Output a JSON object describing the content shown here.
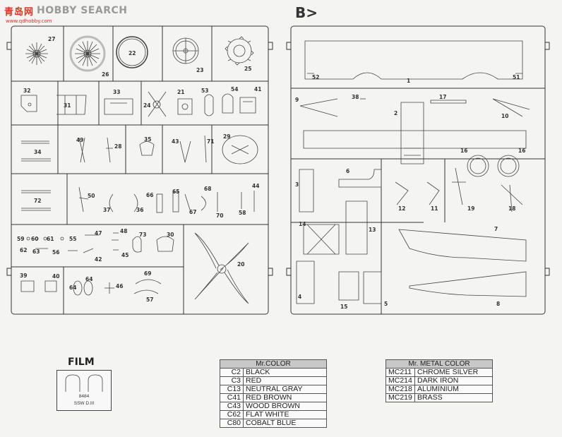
{
  "watermark": {
    "cn": "青岛网",
    "en": "HOBBY SEARCH",
    "url": "www.qdhobby.com"
  },
  "sprue_b_label": "B>",
  "sprue_a_parts": [
    "27",
    "22",
    "26",
    "23",
    "25",
    "32",
    "31",
    "33",
    "24",
    "21",
    "53",
    "54",
    "41",
    "34",
    "49",
    "28",
    "35",
    "43",
    "71",
    "29",
    "72",
    "50",
    "37",
    "36",
    "66",
    "65",
    "67",
    "68",
    "70",
    "58",
    "44",
    "59",
    "60",
    "61",
    "55",
    "47",
    "48",
    "73",
    "30",
    "62",
    "63",
    "56",
    "42",
    "45",
    "39",
    "40",
    "64",
    "64",
    "46",
    "69",
    "57",
    "20"
  ],
  "sprue_b_parts": [
    "1",
    "52",
    "51",
    "9",
    "38",
    "17",
    "2",
    "10",
    "16",
    "16",
    "3",
    "6",
    "12",
    "11",
    "19",
    "18",
    "14",
    "13",
    "7",
    "4",
    "15",
    "5",
    "8"
  ],
  "film": {
    "title": "FILM",
    "code": "8484",
    "name": "SSW D.III"
  },
  "mr_color": {
    "header": "Mr.COLOR",
    "rows": [
      {
        "code": "C2",
        "name": "BLACK"
      },
      {
        "code": "C3",
        "name": "RED"
      },
      {
        "code": "C13",
        "name": "NEUTRAL GRAY"
      },
      {
        "code": "C41",
        "name": "RED BROWN"
      },
      {
        "code": "C43",
        "name": "WOOD BROWN"
      },
      {
        "code": "C62",
        "name": "FLAT WHITE"
      },
      {
        "code": "C80",
        "name": "COBALT BLUE"
      }
    ]
  },
  "metal_color": {
    "header": "Mr. METAL COLOR",
    "rows": [
      {
        "code": "MC211",
        "name": "CHROME SILVER"
      },
      {
        "code": "MC214",
        "name": "DARK IRON"
      },
      {
        "code": "MC218",
        "name": "ALUMINIUM"
      },
      {
        "code": "MC219",
        "name": "BRASS"
      }
    ]
  }
}
